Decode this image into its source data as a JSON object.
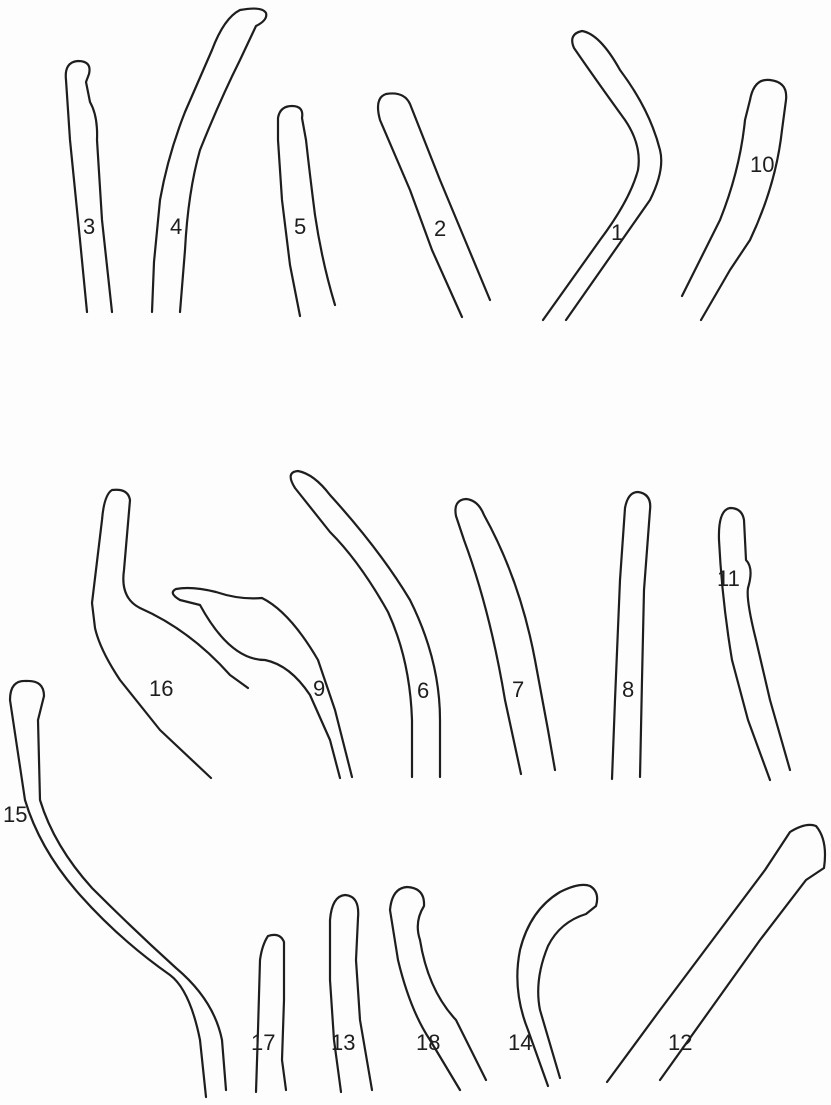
{
  "figure": {
    "labels": {
      "s1": "1",
      "s2": "2",
      "s3": "3",
      "s4": "4",
      "s5": "5",
      "s6": "6",
      "s7": "7",
      "s8": "8",
      "s9": "9",
      "s10": "10",
      "s11": "11",
      "s12": "12",
      "s13": "13",
      "s14": "14",
      "s15": "15",
      "s16": "16",
      "s17": "17",
      "s18": "18"
    }
  }
}
